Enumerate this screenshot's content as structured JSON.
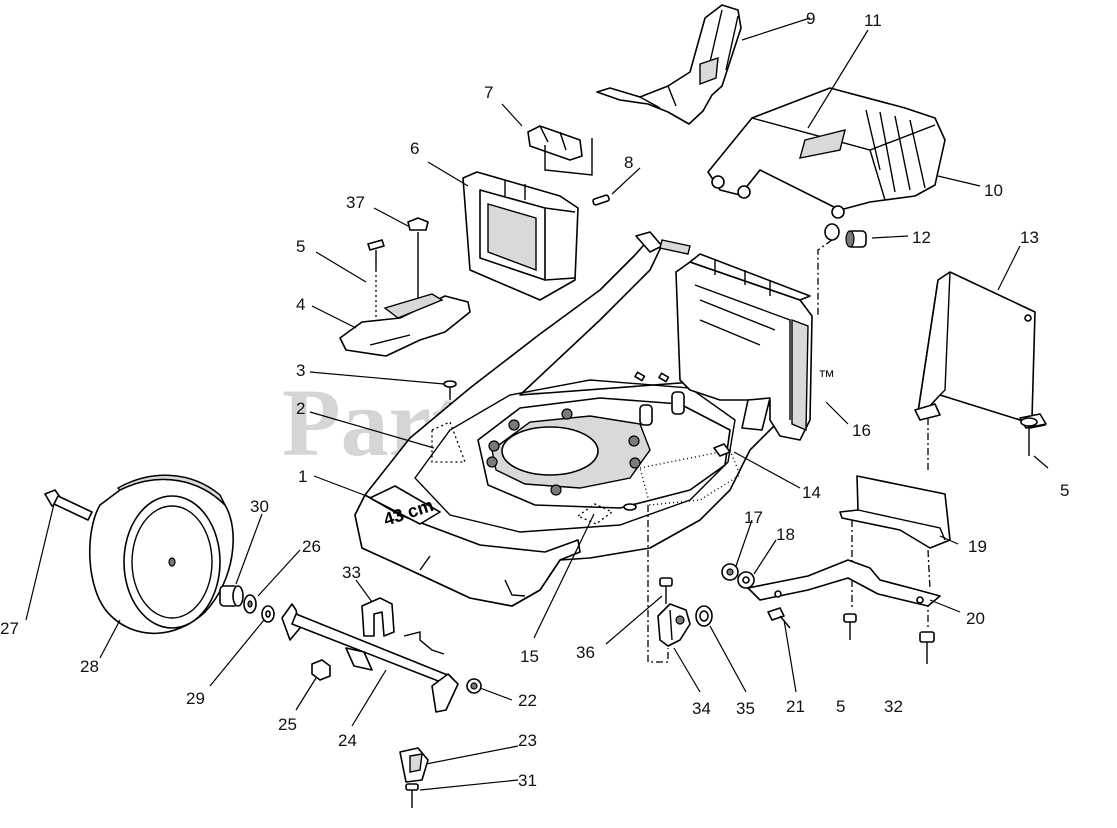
{
  "watermark": {
    "text": "PartsTree",
    "tm": "™"
  },
  "deck_marking": "43 cm",
  "callouts": [
    "9",
    "11",
    "7",
    "6",
    "8",
    "10",
    "37",
    "12",
    "5",
    "13",
    "4",
    "3",
    "2",
    "16",
    "1",
    "14",
    "5",
    "30",
    "17",
    "18",
    "26",
    "19",
    "27",
    "33",
    "20",
    "15",
    "36",
    "28",
    "29",
    "25",
    "22",
    "24",
    "34",
    "35",
    "21",
    "5",
    "32",
    "23",
    "31"
  ]
}
